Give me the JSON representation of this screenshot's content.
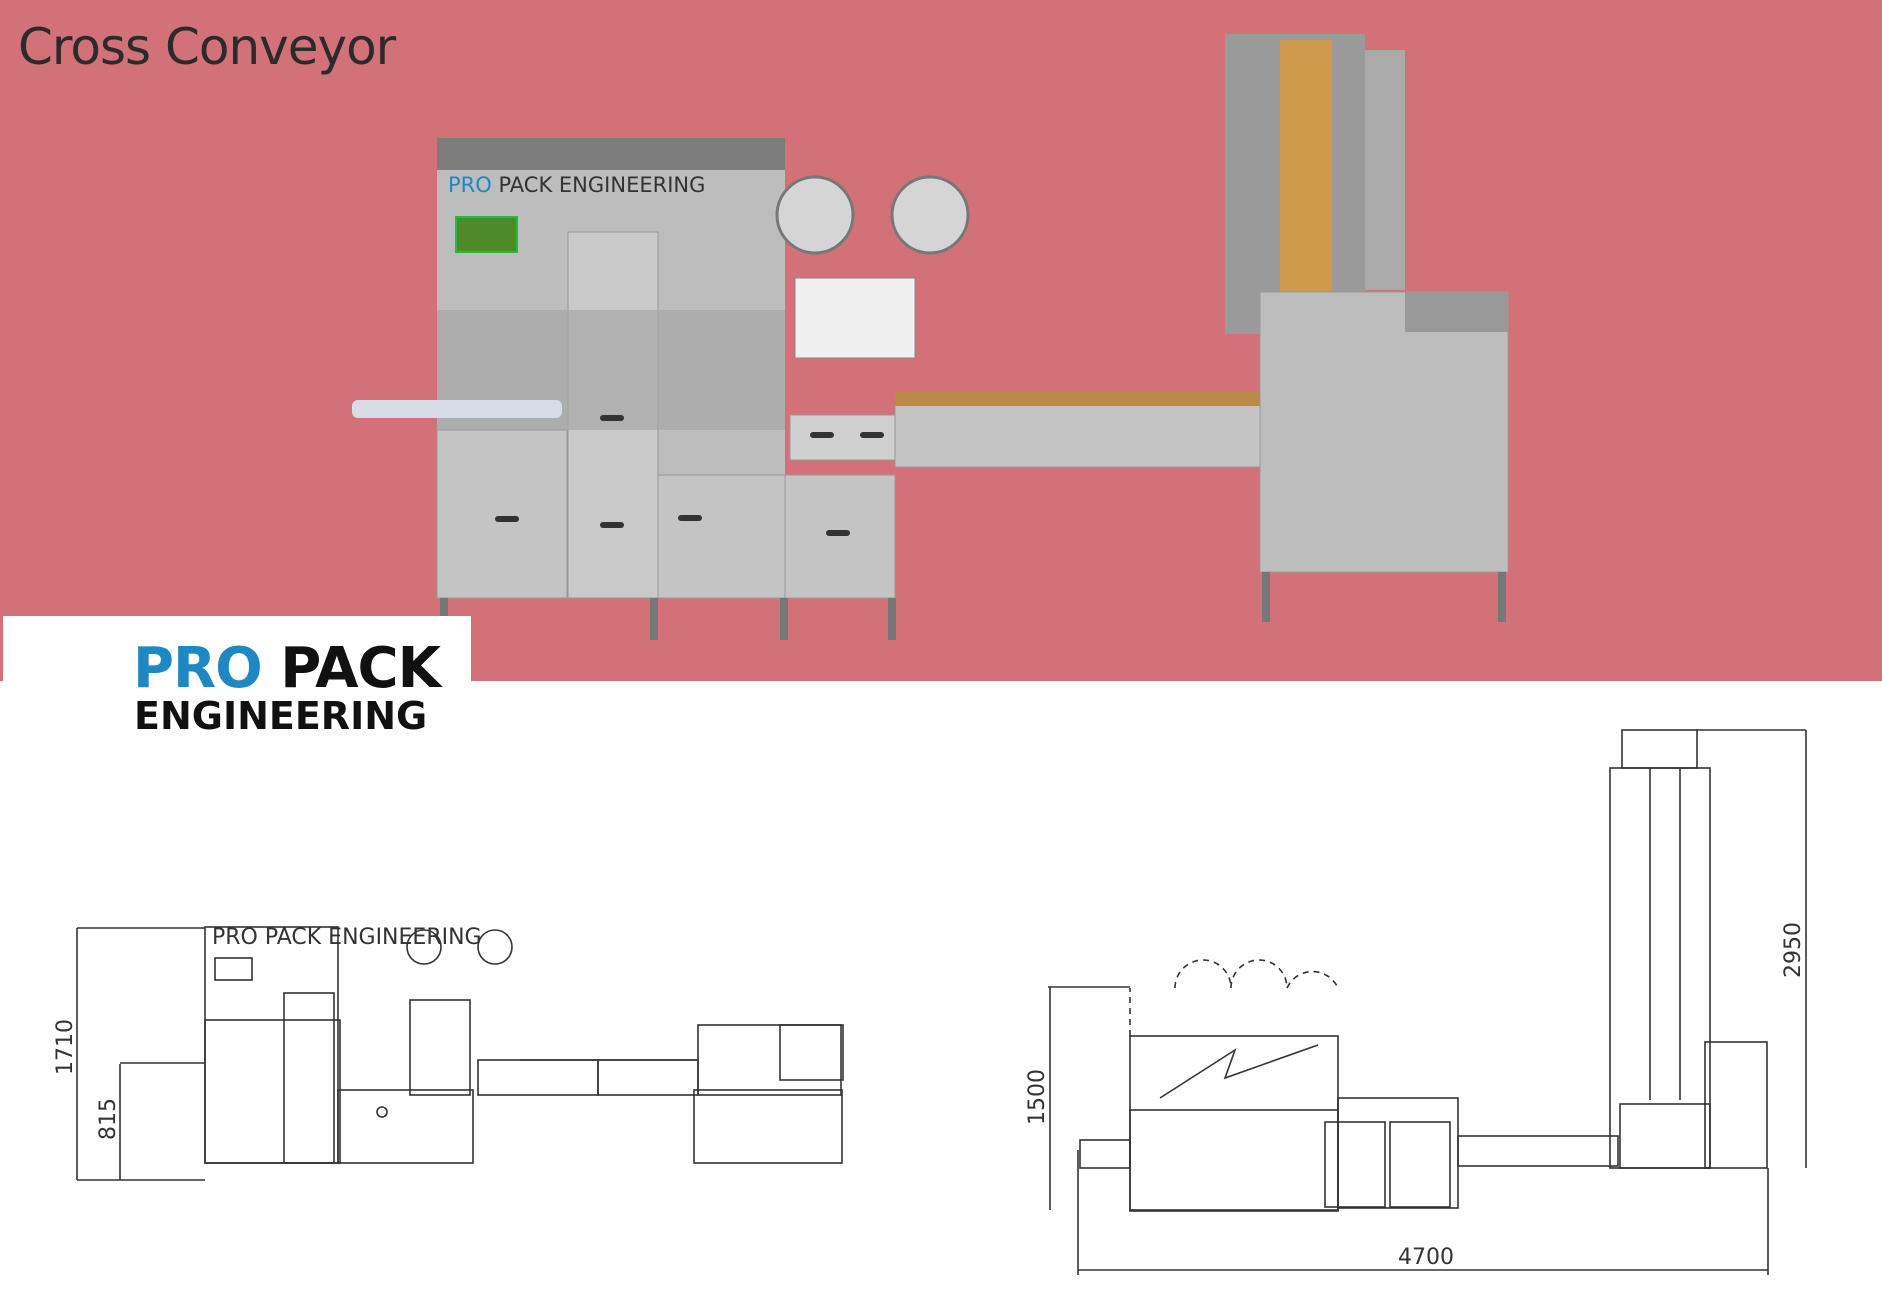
{
  "header": {
    "title": "Cross Conveyor"
  },
  "render": {
    "machine_brand_pro": "PRO",
    "machine_brand_rest": "PACK ENGINEERING"
  },
  "logo": {
    "pro": "PRO",
    "pack": "PACK",
    "engineering": "ENGINEERING"
  },
  "side_drawing": {
    "label": "PRO PACK ENGINEERING",
    "height_total": "1710",
    "height_infeed": "815"
  },
  "top_drawing": {
    "height_total": "2950",
    "height_body": "1500",
    "length_total": "4700"
  },
  "colors": {
    "background_band": "#d27278",
    "brand_blue": "#1e88c4",
    "machine_grey": "#b9b9b9"
  }
}
